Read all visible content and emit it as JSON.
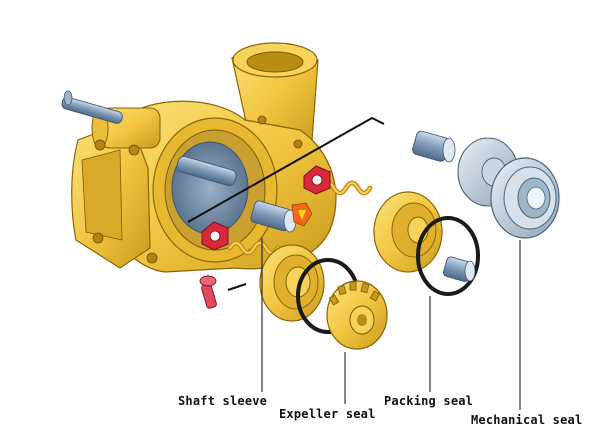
{
  "labels": {
    "shaft_sleeve": "Shaft sleeve",
    "expeller_seal": "Expeller seal",
    "packing_seal": "Packing seal",
    "mechanical_seal": "Mechanical seal"
  },
  "colors": {
    "casing_yellow": "#f2c640",
    "casing_shadow": "#c99a1c",
    "casing_dark": "#9a7210",
    "shaft_blue": "#7e9ab8",
    "o_ring_black": "#1a1a1a",
    "gland_red": "#d8283a",
    "mech_seal_grey": "#b8ccd8",
    "leader_line": "#222222"
  },
  "icons": {
    "logo": "red-orange-shield-logo"
  }
}
